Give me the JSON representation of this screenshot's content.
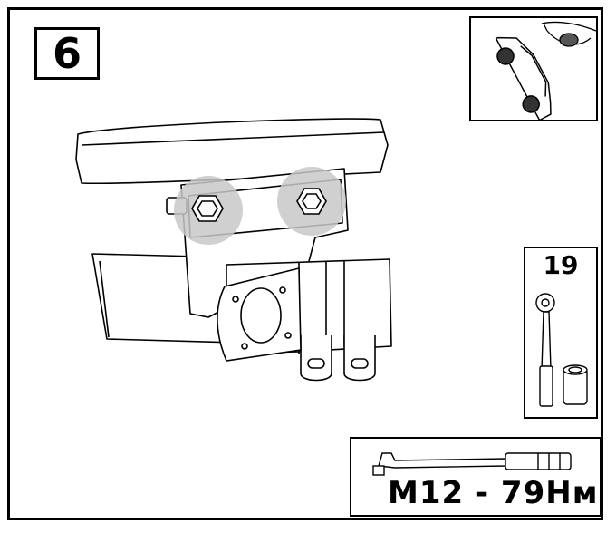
{
  "step": {
    "number": "6"
  },
  "tool": {
    "size": "19",
    "icon": "socket-wrench-icon"
  },
  "torque": {
    "spec": "M12 - 79Нм",
    "icon": "torque-wrench-icon"
  },
  "location": {
    "icon": "car-underside-icon"
  },
  "highlight": {
    "color": "#c8c8c8"
  }
}
